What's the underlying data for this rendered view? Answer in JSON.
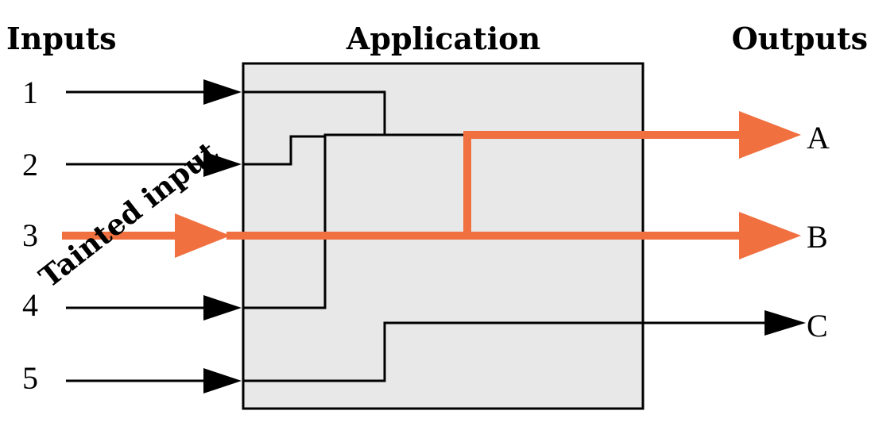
{
  "headers": {
    "inputs": "Inputs",
    "application": "Application",
    "outputs": "Outputs"
  },
  "inputs": [
    "1",
    "2",
    "3",
    "4",
    "5"
  ],
  "outputs": [
    "A",
    "B",
    "C"
  ],
  "annotation": "Tainted input",
  "colors": {
    "taint": "#f07040",
    "box_fill": "#e8e8e8",
    "line": "#000000"
  }
}
